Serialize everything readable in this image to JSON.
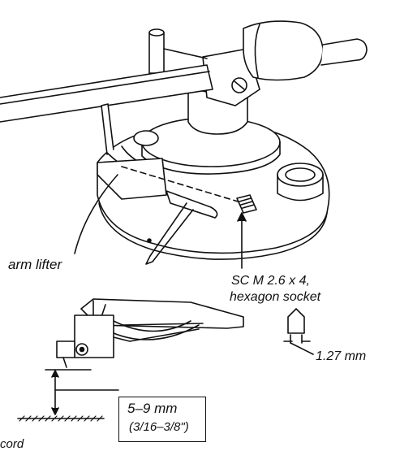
{
  "labels": {
    "arm_lifter": "arm lifter",
    "screw_line1": "SC M 2.6 x 4,",
    "screw_line2": "hexagon socket",
    "hex_dimension": "1.27 mm",
    "overhang_mm": "5–9 mm",
    "overhang_inch": "(3/16–3/8\")",
    "record": "cord"
  },
  "colors": {
    "ink": "#111111",
    "paper": "#ffffff"
  }
}
